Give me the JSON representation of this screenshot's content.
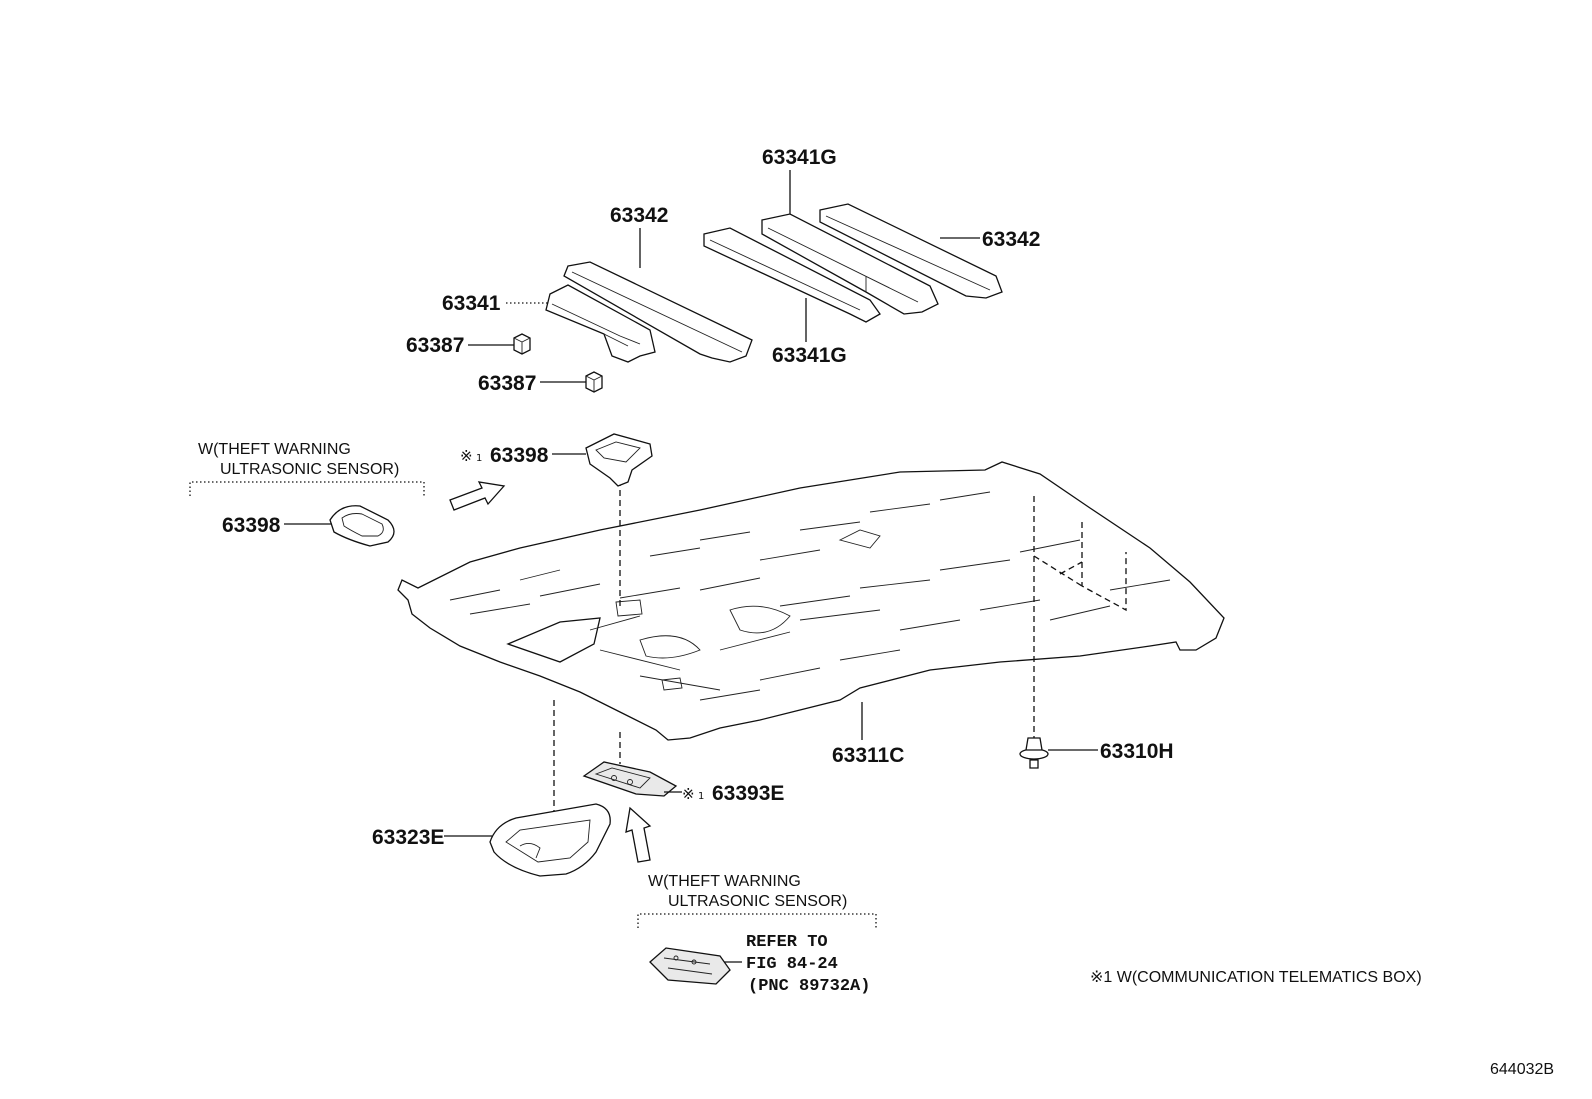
{
  "parts": {
    "p63341g_top": "63341G",
    "p63342_left": "63342",
    "p63342_right": "63342",
    "p63341": "63341",
    "p63341g_bottom": "63341G",
    "p63387_a": "63387",
    "p63387_b": "63387",
    "p63398_left": "63398",
    "p63398_mark": "63398",
    "p63311c": "63311C",
    "p63310h": "63310H",
    "p63393e": "63393E",
    "p63323e": "63323E"
  },
  "marks": {
    "symbol": "※",
    "index": "1"
  },
  "notes": {
    "theft_top": [
      "W(THEFT WARNING",
      "ULTRASONIC SENSOR)"
    ],
    "theft_bottom": [
      "W(THEFT WARNING",
      "ULTRASONIC SENSOR)"
    ],
    "refer": [
      "REFER TO",
      "FIG 84-24",
      "(PNC 89732A)"
    ],
    "footnote": "※1 W(COMMUNICATION TELEMATICS BOX)"
  },
  "diagram_id": "644032B"
}
